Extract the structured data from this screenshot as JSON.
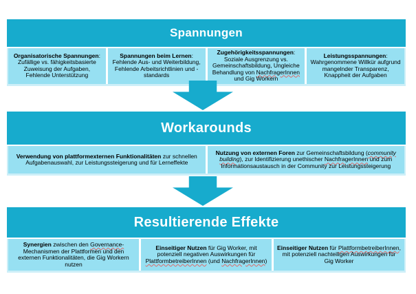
{
  "colors": {
    "background": "#FFFFFF",
    "header_bg": "#17ABCD",
    "cell_bg": "#97E0F2",
    "arrow": "#17ABCD",
    "edge_light": "#CDEFF8",
    "title_text": "#FFFFFF",
    "body_text": "#000000",
    "squiggle": "#DB6A6A"
  },
  "sections": [
    {
      "title": "Spannungen",
      "cells": [
        {
          "lead": "Organisatorische Spannungen",
          "t1": ": Zufällige vs. fähigkeitsbasierte Zuweisung der Aufgaben, Fehlende Unterstützung"
        },
        {
          "lead": "Spannungen beim Lernen",
          "t1": ": Fehlende Aus- und Weiterbildung, Fehlende Arbeitsrichtlinien und -standards"
        },
        {
          "lead": "Zugehörigkeitsspannungen",
          "t1": ": Soziale Ausgrenzung vs. Gemeinschaftsbildung, Ungleiche Behandlung von ",
          "sq1": "NachfragerInnen",
          "t2": " und Gig Workern"
        },
        {
          "lead": "Leistungsspannungen",
          "t1": ": Wahrgenommene Willkür aufgrund mangelnder Transparenz, Knappheit der Aufgaben"
        }
      ]
    },
    {
      "title": "Workarounds",
      "cells": [
        {
          "lead": "Verwendung von plattformexternen Funktionalitäten",
          "t1": " zur schnellen Aufgabenauswahl, zur Leistungssteigerung und für Lerneffekte"
        },
        {
          "lead": "Nutzung von externen Foren",
          "t1": " zur Gemeinschaftsbildung (",
          "it1": "community building",
          "t2": "), zur Identifizierung unethischer ",
          "sq1": "NachfragerInnen",
          "t3": " und zum Informationsaustausch in der Community zur Leistungssteigerung"
        }
      ]
    },
    {
      "title": "Resultierende Effekte",
      "cells": [
        {
          "lead": "Synergien",
          "t1": " zwischen den ",
          "sq1": "Governance-",
          "t2": "Mechanismen der Plattformen und den externen Funktionalitäten, die Gig Workern nutzen"
        },
        {
          "lead": "Einseitiger Nutzen",
          "t1": " für Gig Worker, mit potenziell negativen Auswirkungen für ",
          "sq1": "PlattformbetreiberInnen",
          "t2": " (und ",
          "sq2": "NachfragerInnen",
          "t3": ")"
        },
        {
          "lead": "Einseitiger Nutzen",
          "t1": " für ",
          "sq1": "PlattformbetreiberInnen",
          "t2": ", mit potenziell nachteiligen Auswirkungen für Gig Worker"
        }
      ]
    }
  ],
  "connectors": [
    {
      "type": "down-arrow"
    },
    {
      "type": "down-arrow"
    }
  ]
}
